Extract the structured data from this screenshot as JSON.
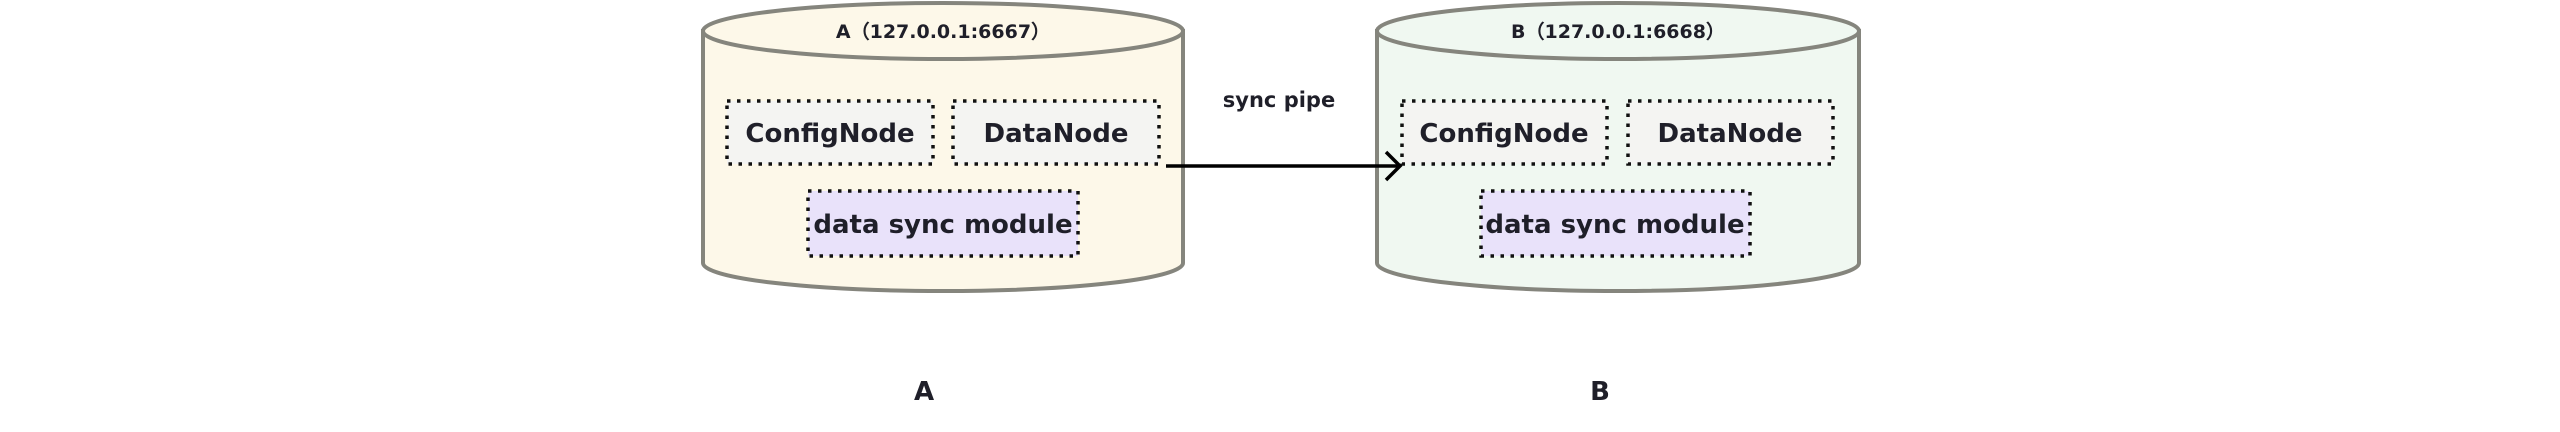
{
  "diagram": {
    "nodes": [
      {
        "id": "A",
        "title": "A（127.0.0.1:6667）",
        "label": "A",
        "fill": "#fdf8e9",
        "components": {
          "config_node": "ConfigNode",
          "data_node": "DataNode",
          "sync_module": "data sync module"
        }
      },
      {
        "id": "B",
        "title": "B（127.0.0.1:6668）",
        "label": "B",
        "fill": "#f0f8f1",
        "components": {
          "config_node": "ConfigNode",
          "data_node": "DataNode",
          "sync_module": "data sync module"
        }
      }
    ],
    "edge": {
      "from": "A",
      "to": "B",
      "label": "sync pipe"
    },
    "colors": {
      "cylinder_stroke": "#85857d",
      "node_box_fill": "#f4f4f2",
      "sync_box_fill": "#e9e2fa",
      "dotted_border": "#111111",
      "text": "#1f1f29",
      "arrow": "#000000"
    }
  }
}
